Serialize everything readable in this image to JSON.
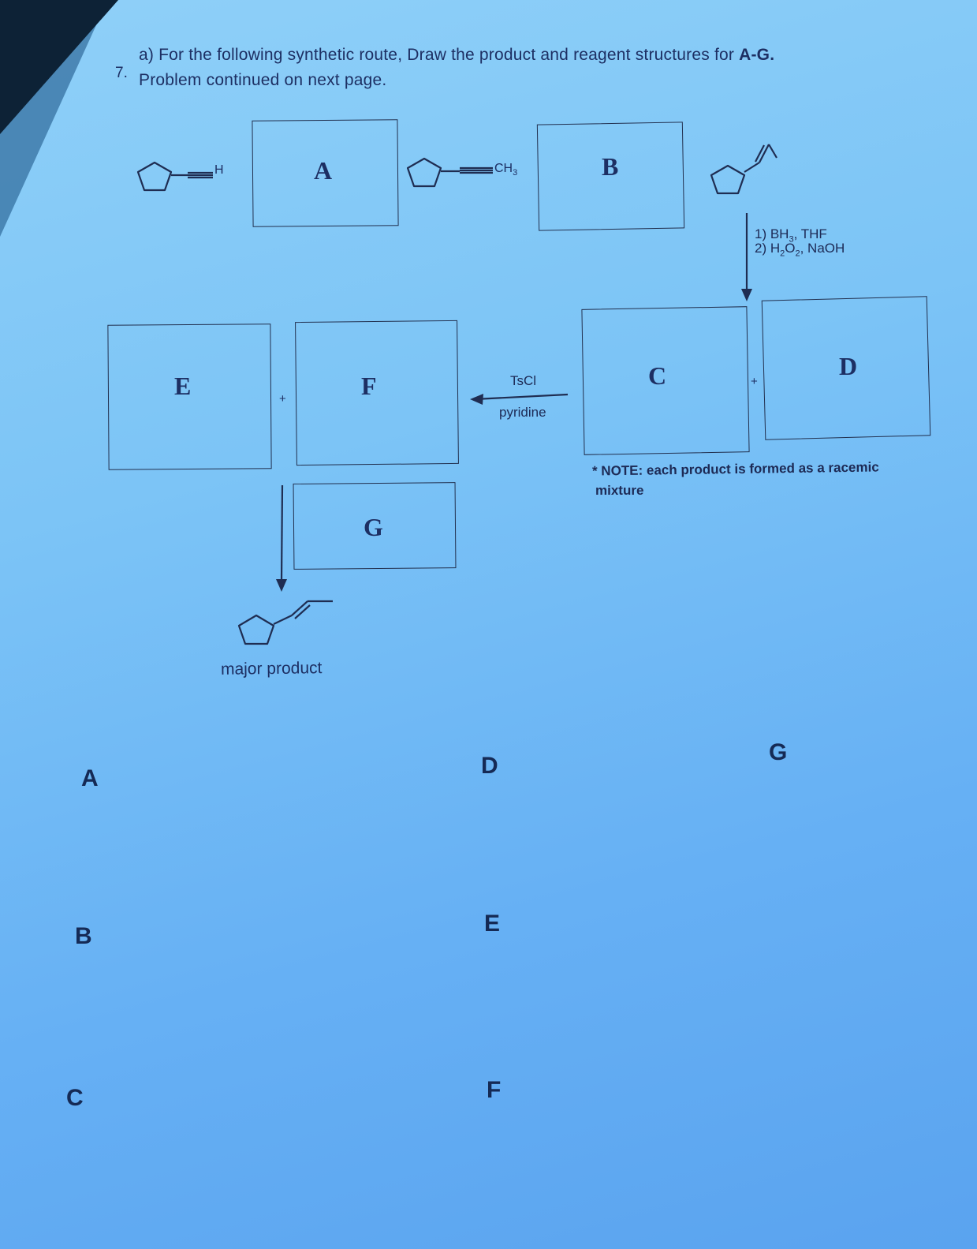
{
  "question": {
    "number": "7.",
    "line1": "a) For the following synthetic route, Draw the product and reagent structures for",
    "line1_bold": "A-G.",
    "line2": "Problem continued on next page."
  },
  "boxes": {
    "A": "A",
    "B": "B",
    "C": "C",
    "D": "D",
    "E": "E",
    "F": "F",
    "G": "G"
  },
  "structures": {
    "alkyne_h_label": "H",
    "alkyne_ch3_label": "CH",
    "alkyne_ch3_sub": "3"
  },
  "reagents": {
    "hydroboration_1": "1) BH",
    "hydroboration_1_sub": "3",
    "hydroboration_1_tail": ", THF",
    "hydroboration_2": "2) H",
    "hydroboration_2_sub1": "2",
    "hydroboration_2_mid": "O",
    "hydroboration_2_sub2": "2",
    "hydroboration_2_tail": ", NaOH",
    "tscl": "TsCl",
    "pyridine": "pyridine",
    "plus": "+"
  },
  "note": {
    "line1": "* NOTE: each product is formed as a racemic",
    "line2": "mixture"
  },
  "major_product": "major product",
  "answer_labels": {
    "A": "A",
    "B": "B",
    "C": "C",
    "D": "D",
    "E": "E",
    "F": "F",
    "G": "G"
  },
  "colors": {
    "paper_top": "#8fd0f8",
    "paper_bottom": "#5aa3ef",
    "ink": "#1d2f63"
  }
}
